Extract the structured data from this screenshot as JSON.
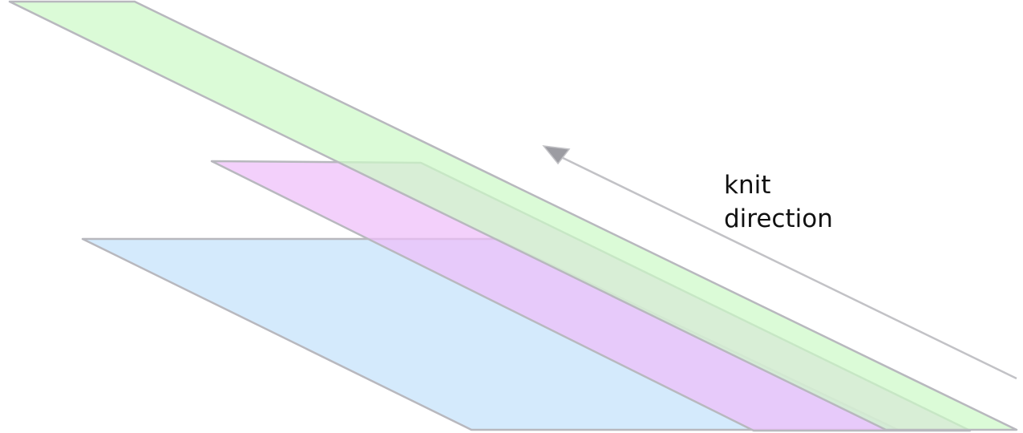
{
  "diagram": {
    "label_lines": [
      "knit",
      "direction"
    ],
    "layers": [
      {
        "name": "blue-layer",
        "color": "#c3e2fb"
      },
      {
        "name": "pink-layer",
        "color": "#eebef9"
      },
      {
        "name": "green-layer",
        "color": "#cdf9c8"
      }
    ],
    "arrow_color": "#9c9ca2"
  }
}
